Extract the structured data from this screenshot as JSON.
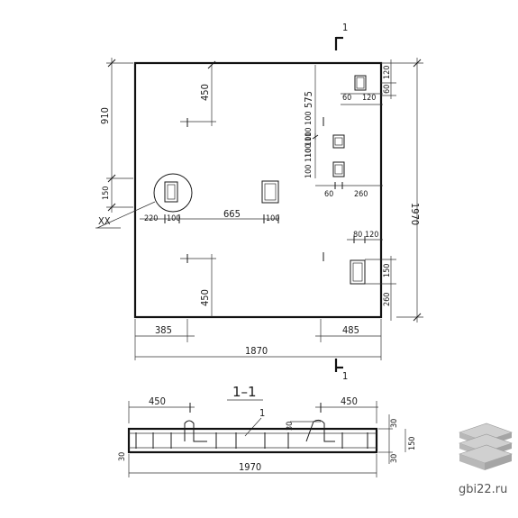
{
  "plan": {
    "section_marker_top": "1",
    "section_marker_bottom": "1",
    "dims": {
      "left_910": "910",
      "left_150": "150",
      "mark_xx": "XX",
      "top_450": "450",
      "top_575": "575",
      "d60a": "60",
      "d120a": "120",
      "d60b": "60",
      "d120b": "120",
      "d100_110_100": "100 110 100",
      "d100_110_100b": "100 110 100",
      "d60c": "60",
      "d260a": "260",
      "right_1970": "1970",
      "bot_220": "220",
      "bot_100a": "100",
      "bot_665": "665",
      "bot_100b": "100",
      "d80": "80",
      "d120c": "120",
      "d150": "150",
      "d260b": "260",
      "low_450": "450",
      "b385": "385",
      "b485": "485",
      "b1870": "1870"
    }
  },
  "section": {
    "title": "1–1",
    "label_450_left": "450",
    "label_450_right": "450",
    "leader_1": "1",
    "d30_top": "30",
    "d30_right_top": "30",
    "d150": "150",
    "d30_left_bottom": "30",
    "d30_right_bottom": "30",
    "length": "1970"
  },
  "watermark": {
    "site": "gbi22.ru"
  }
}
